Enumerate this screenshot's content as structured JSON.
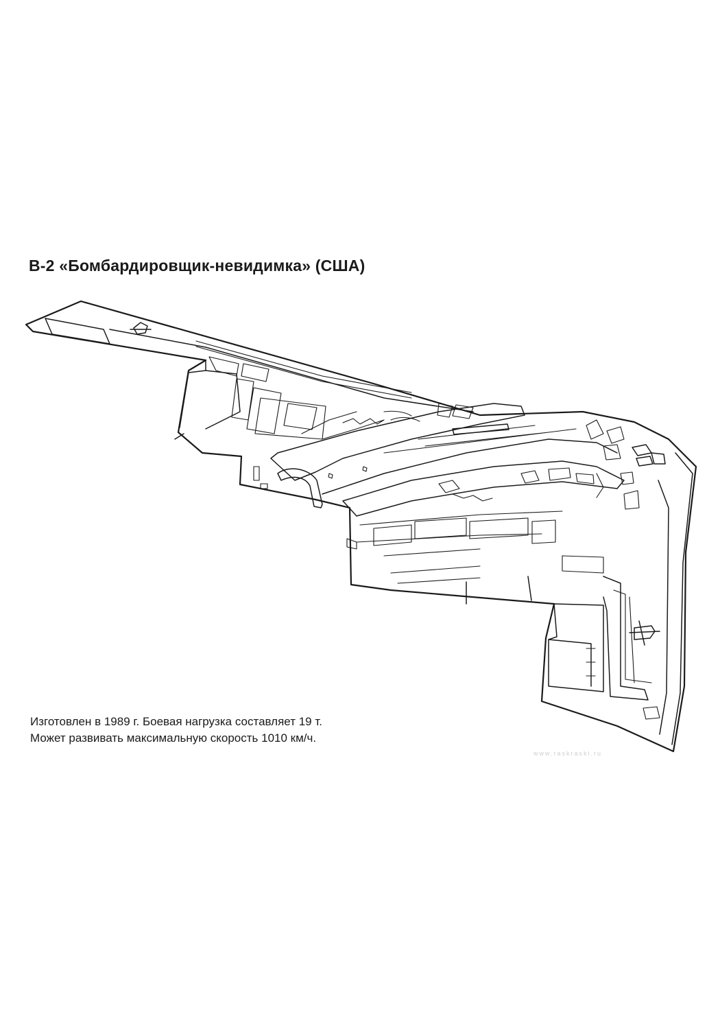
{
  "page": {
    "title": "B-2 «Бомбардировщик-невидимка» (США)",
    "caption_lines": [
      "Изготовлен в 1989 г. Боевая нагрузка составляет 19 т.",
      "Может развивать максимальную скорость 1010 км/ч."
    ],
    "watermark": "www.raskraski.ru"
  },
  "illustration": {
    "subject": "b2-stealth-bomber-line-drawing",
    "stroke_color": "#1a1a1a",
    "background_color": "#ffffff"
  }
}
